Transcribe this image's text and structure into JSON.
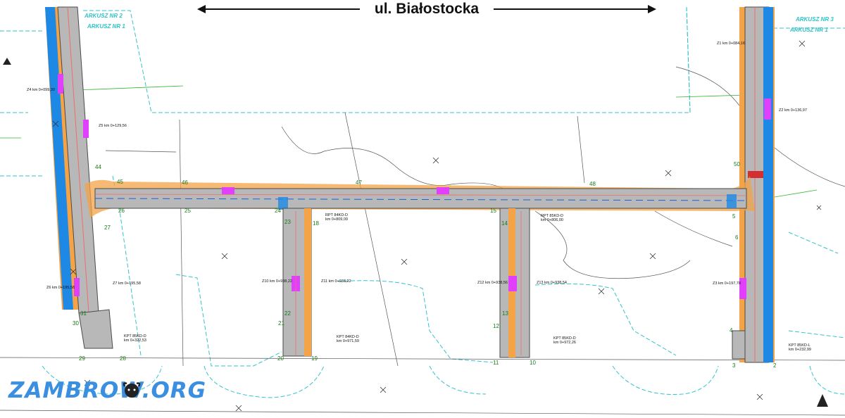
{
  "street": {
    "name": "ul. Białostocka"
  },
  "sheets": {
    "left_top": "ARKUSZ NR 2",
    "left_bottom": "ARKUSZ NR 1",
    "right_top": "ARKUSZ NR 3",
    "right_bottom": "ARKUSZ NR 1"
  },
  "section_labels": {
    "left_corner": "44",
    "left_road": "45",
    "mid1": "46",
    "mid2": "47",
    "mid3": "48",
    "right_corner": "50",
    "b24": "24",
    "b23": "23",
    "b18": "18",
    "b22": "22",
    "b21": "21",
    "b20": "20",
    "b19": "19",
    "b15": "15",
    "b14": "14",
    "b13": "13",
    "b12": "12",
    "b11": "11",
    "b10": "10",
    "b27": "27",
    "b26": "26",
    "b25": "25",
    "b31": "31",
    "b30": "30",
    "b29": "29",
    "b28": "28",
    "b5": "5",
    "b6": "6",
    "b4": "4",
    "b3": "3",
    "b2": "2"
  },
  "annotations": {
    "rpt_left": "RPT 84KD-D",
    "rpt_left_km": "km 0+809,09",
    "rpt_mid": "RPT 85KD-D",
    "rpt_mid_km": "km 0+806,00",
    "kpt_a": "KPT 85KD-D",
    "kpt_a_km": "km 0+322,53",
    "kpt_b": "KPT 84KD-D",
    "kpt_b_km": "km 0+971,59",
    "kpt_c": "KPT 85KD-D",
    "kpt_c_km": "km 0+972,26",
    "kpt_d": "KPT 85KD-L",
    "kpt_d_km": "km 0+232,99",
    "z10": "Z10 km 0+938,22",
    "z11": "Z11 km 0+938,22",
    "z12": "Z12 km 0+938,56",
    "z13": "Z13 km 0+938,54",
    "z1": "Z1 km 0+084,16",
    "z2": "Z2 km 0+136,97",
    "z3": "Z3 km 0+197,78",
    "z4": "Z4 km 0+099,30",
    "z5": "Z5 km 0+129,56",
    "z6": "Z6 km 0+195,58",
    "z7": "Z7 km 0+195,58"
  },
  "logo": {
    "text": "ZAMBROW",
    "suffix": "ORG",
    "separator": "."
  },
  "colors": {
    "road": "#b8b8b8",
    "road_edge": "#4a4a4a",
    "sidewalk": "#f4a347",
    "bike_lane": "#1e88e5",
    "center_stripe": "#ef6c6c",
    "parcel_line": "#35c3cc",
    "annotation": "#1a9a1a",
    "crossing": "#e040fb",
    "logo": "#3b8fe0"
  }
}
